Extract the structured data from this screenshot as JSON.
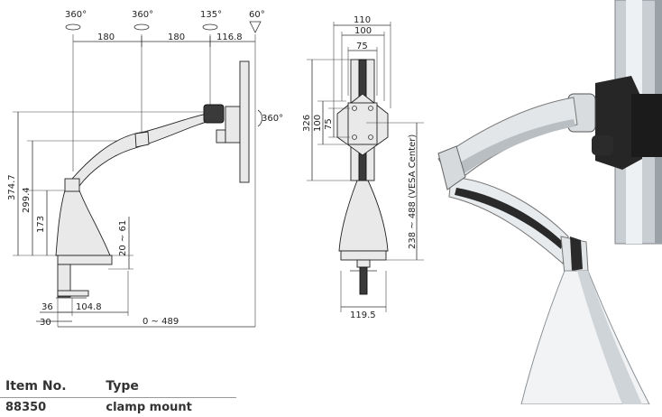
{
  "side_view": {
    "rotations": [
      "360°",
      "360°",
      "135°",
      "60°"
    ],
    "arm_lengths": [
      "180",
      "180",
      "116.8"
    ],
    "heights": [
      "374.7",
      "299.4",
      "173",
      "20 ~ 61"
    ],
    "clamp_dims": [
      "36",
      "104.8",
      "30",
      "0 ~ 489"
    ],
    "head_rotation": "360°"
  },
  "front_view": {
    "widths": [
      "110",
      "100",
      "75"
    ],
    "vesa_heights": [
      "326",
      "100",
      "75"
    ],
    "height_range": "238 ~ 488 (VESA Center)",
    "base_width": "119.5"
  },
  "table": {
    "headers": [
      "Item No.",
      "Type"
    ],
    "row": [
      "88350",
      "clamp mount"
    ]
  },
  "colors": {
    "line": "#333333",
    "arm_light": "#e6e8ea",
    "arm_dark": "#2a2a2a",
    "pole": "#c9ced3"
  }
}
